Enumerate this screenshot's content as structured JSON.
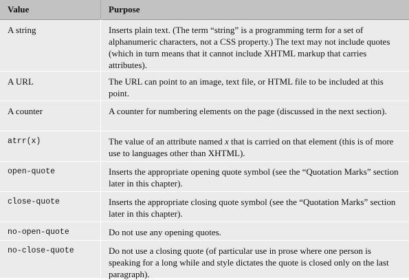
{
  "table": {
    "columns": [
      "Value",
      "Purpose"
    ],
    "rows": [
      {
        "value": "A string",
        "mono": false,
        "purpose": "Inserts plain text. (The term “string” is a programming term for a set of alphanumeric characters, not a CSS property.) The text may not include quotes (which in turn means that it cannot include XHTML markup that carries attributes)."
      },
      {
        "value": "A URL",
        "mono": false,
        "purpose": "The URL can point to an image, text file, or HTML file to be included at this point."
      },
      {
        "value": "A counter",
        "mono": false,
        "purpose": "A counter for numbering elements on the page (discussed in the next section)."
      },
      {
        "value": "atrr(x)",
        "mono": true,
        "purpose": "The value of an attribute named x that is carried on that element (this is of more use to languages other than XHTML)."
      },
      {
        "value": "open-quote",
        "mono": true,
        "purpose": "Inserts the appropriate opening quote symbol (see the “Quotation Marks” section later in this chapter)."
      },
      {
        "value": "close-quote",
        "mono": true,
        "purpose": "Inserts the appropriate closing quote symbol (see the “Quotation Marks” section later in this chapter)."
      },
      {
        "value": "no-open-quote",
        "mono": true,
        "purpose": "Do not use any opening quotes."
      },
      {
        "value": "no-close-quote",
        "mono": true,
        "purpose": "Do not use a closing quote (of particular use in prose where one person is speaking for a long while and style dictates the quote is closed only on the last paragraph)."
      }
    ]
  }
}
